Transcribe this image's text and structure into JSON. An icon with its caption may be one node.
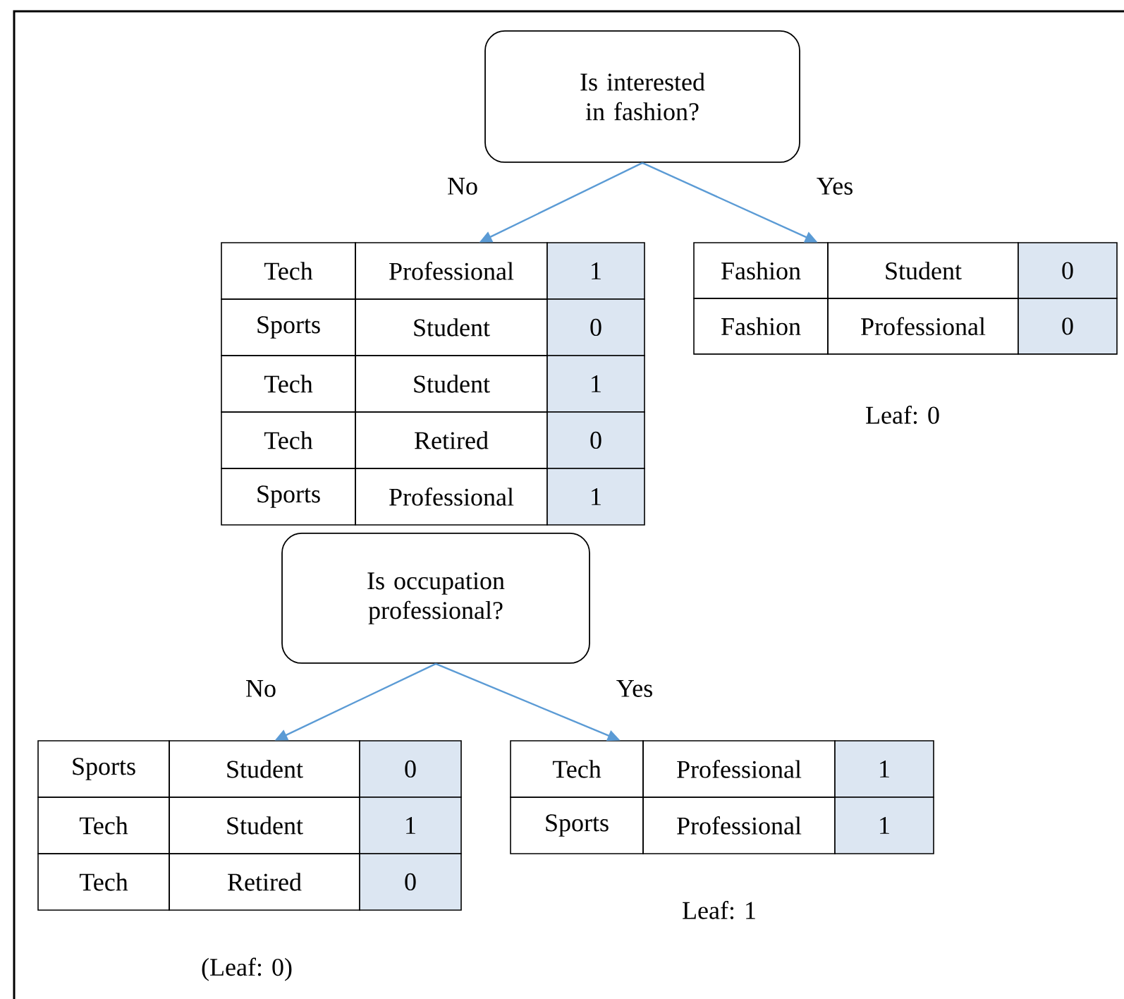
{
  "diagram": {
    "nodes": [
      {
        "text": [
          "Is interested in fashion?"
        ]
      },
      {
        "text": [
          "Tech",
          "Professional",
          "1",
          "Sports",
          "Student",
          "0",
          "Tech",
          "Student",
          "1",
          "Tech",
          "Retired",
          "0",
          "Sports",
          "Professional",
          "1"
        ]
      },
      {
        "text": [
          "Fashion",
          "Student",
          "0",
          "Fashion",
          "Professional",
          "0"
        ],
        "beside": [
          "Leaf: 0"
        ]
      },
      {
        "text": [
          "Is occupation professional?"
        ]
      },
      {
        "text": [
          "Sports",
          "Student",
          "0",
          "Tech",
          "Student",
          "1",
          "Tech",
          "Retired",
          "0"
        ],
        "beside": [
          "(Leaf: 0)"
        ]
      },
      {
        "text": [
          "Tech",
          "Professional",
          "1",
          "Sports",
          "Professional",
          "1"
        ],
        "beside": [
          "Leaf: 1"
        ]
      }
    ],
    "edges": [
      {
        "from": 0,
        "to": 1,
        "arrow": "to",
        "label": "No"
      },
      {
        "from": 0,
        "to": 2,
        "arrow": "to",
        "label": "Yes"
      },
      {
        "from": 3,
        "to": 4,
        "arrow": "to",
        "label": "No"
      },
      {
        "from": 3,
        "to": 5,
        "arrow": "to",
        "label": "Yes"
      }
    ]
  }
}
